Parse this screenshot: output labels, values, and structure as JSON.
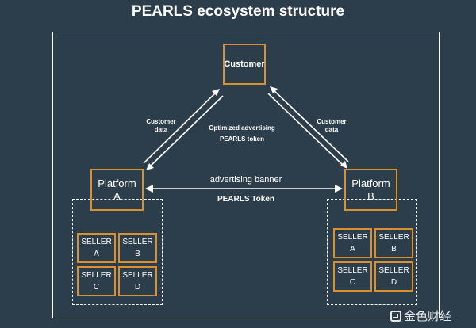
{
  "title": "PEARLS ecosystem structure",
  "customer": {
    "label": "Customer"
  },
  "platform_a": {
    "line1": "Platform",
    "line2": "A"
  },
  "platform_b": {
    "line1": "Platform",
    "line2": "B"
  },
  "customer_data_left": {
    "line1": "Customer",
    "line2": "data"
  },
  "customer_data_right": {
    "line1": "Customer",
    "line2": "data"
  },
  "center_labels": {
    "optimized": "Optimized advertising",
    "pearls_token_small": "PEARLS token",
    "banner": "advertising banner",
    "pearls_token": "PEARLS Token"
  },
  "sellers_a": [
    {
      "name": "SELLER",
      "id": "A"
    },
    {
      "name": "SELLER",
      "id": "B"
    },
    {
      "name": "SELLER",
      "id": "C"
    },
    {
      "name": "SELLER",
      "id": "D"
    }
  ],
  "sellers_b": [
    {
      "name": "SELLER",
      "id": "A"
    },
    {
      "name": "SELLER",
      "id": "B"
    },
    {
      "name": "SELLER",
      "id": "C"
    },
    {
      "name": "SELLER",
      "id": "D"
    }
  ],
  "watermark": {
    "text": "金色财经"
  },
  "colors": {
    "background": "#2c3e4c",
    "accent": "#d9902d",
    "line": "#ffffff"
  }
}
